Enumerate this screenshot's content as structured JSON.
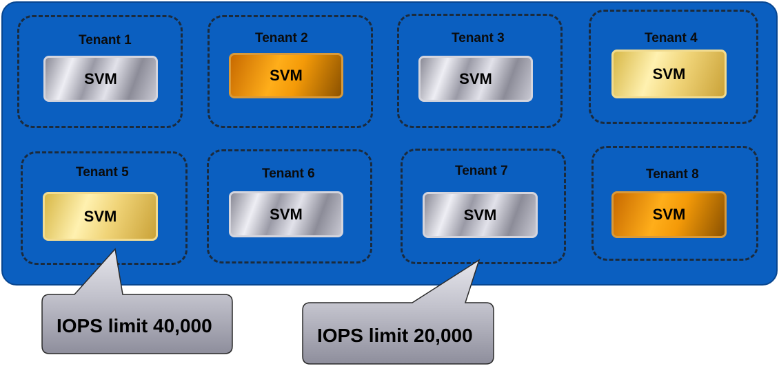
{
  "tenants": [
    {
      "label": "Tenant 1",
      "svm": "SVM",
      "tier": "silver"
    },
    {
      "label": "Tenant 2",
      "svm": "SVM",
      "tier": "orange"
    },
    {
      "label": "Tenant 3",
      "svm": "SVM",
      "tier": "silver"
    },
    {
      "label": "Tenant 4",
      "svm": "SVM",
      "tier": "gold"
    },
    {
      "label": "Tenant 5",
      "svm": "SVM",
      "tier": "gold"
    },
    {
      "label": "Tenant 6",
      "svm": "SVM",
      "tier": "silver"
    },
    {
      "label": "Tenant 7",
      "svm": "SVM",
      "tier": "silver"
    },
    {
      "label": "Tenant 8",
      "svm": "SVM",
      "tier": "orange"
    }
  ],
  "callouts": [
    {
      "text": "IOPS limit 40,000",
      "points_to": "Tenant 5"
    },
    {
      "text": "IOPS limit 20,000",
      "points_to": "Tenant 7"
    }
  ],
  "colors": {
    "panel": "#0b5fc0",
    "tenant_border": "#1c2b3c",
    "callout_fill": "#c9c9d3"
  }
}
